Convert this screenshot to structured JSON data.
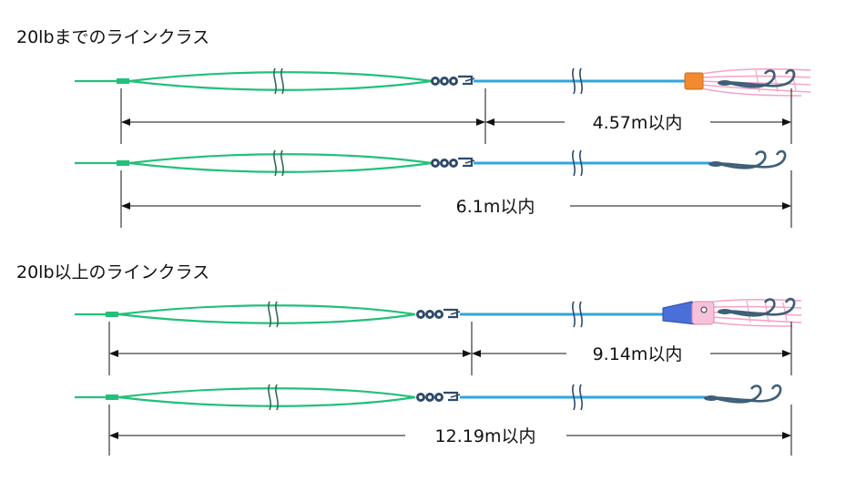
{
  "sections": [
    {
      "title": "20lbまでのラインクラス",
      "rigs": [
        {
          "label": "4.57m以内",
          "lure": "orange-skirt-lure"
        },
        {
          "label": "6.1m以内",
          "lure": "hooks-only"
        }
      ]
    },
    {
      "title": "20lb以上のラインクラス",
      "rigs": [
        {
          "label": "9.14m以内",
          "lure": "blue-head-squid-lure"
        },
        {
          "label": "12.19m以内",
          "lure": "hooks-only"
        }
      ]
    }
  ],
  "colors": {
    "main_line": "#22c07a",
    "leader": "#2fa6e0",
    "swivel": "#2e4a6b",
    "hook": "#3f5f78",
    "orange_head": "#f28a2e",
    "blue_head": "#4a6fd8",
    "skirt": "#f4a3c8",
    "dimension": "#111111"
  }
}
